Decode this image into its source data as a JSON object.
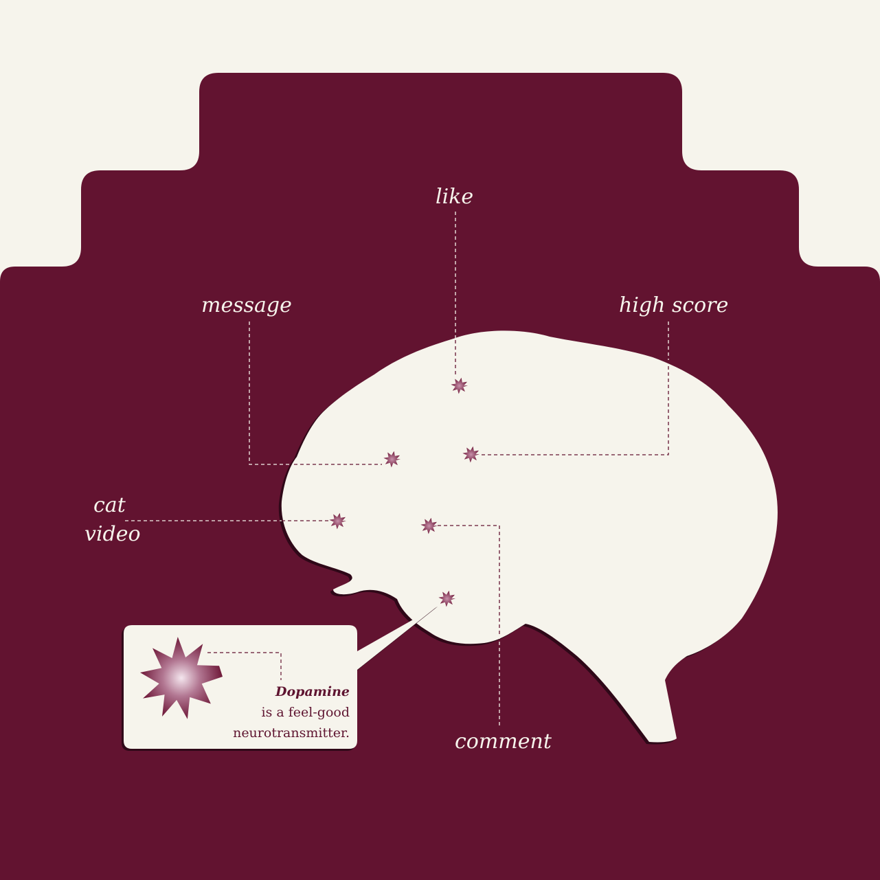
{
  "colors": {
    "background": "#f6f4ec",
    "panel": "#621330",
    "brain_fill": "#f6f4ec",
    "burst": "#7e2a4a"
  },
  "diagram": {
    "labels": {
      "like": "like",
      "message": "message",
      "high_score": "high score",
      "cat_video_line1": "cat",
      "cat_video_line2": "video",
      "comment": "comment"
    },
    "callout": {
      "term": "Dopamine",
      "line1": "is a feel-good",
      "line2": "neurotransmitter."
    },
    "icons": {
      "brain": "brain-silhouette-icon",
      "burst": "dopamine-burst-icon"
    }
  }
}
